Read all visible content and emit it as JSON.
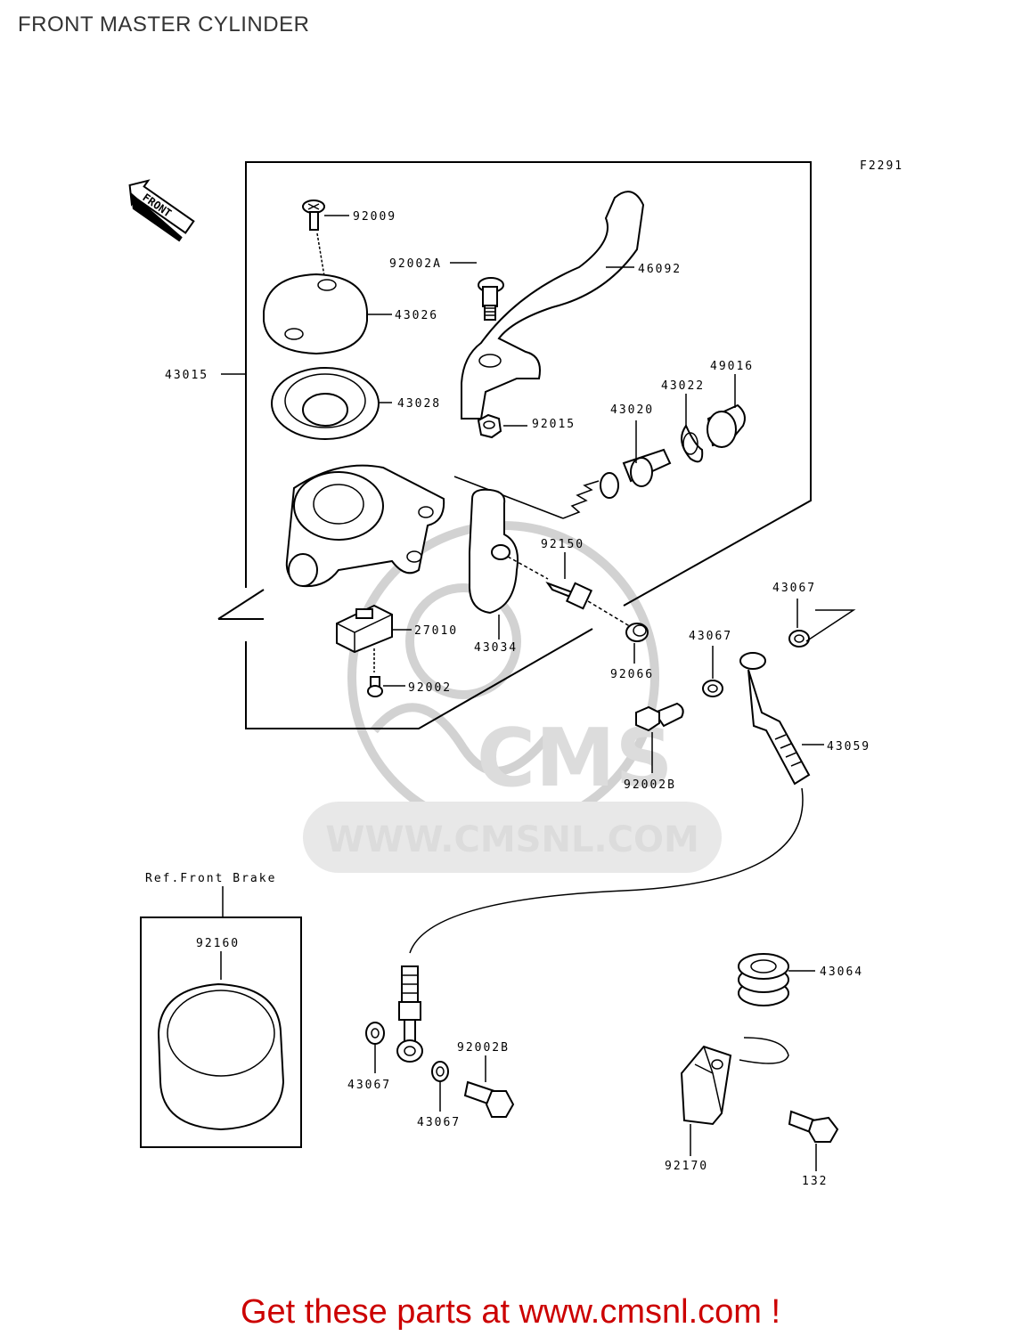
{
  "title": "FRONT MASTER CYLINDER",
  "figure_code": "F2291",
  "front_arrow_label": "FRONT",
  "ref_label": "Ref.Front Brake",
  "watermark": {
    "brand": "CMS",
    "url": "WWW.CMSNL.COM"
  },
  "parts": {
    "p92009": "92009",
    "p92002A": "92002A",
    "p46092": "46092",
    "p43026": "43026",
    "p43015": "43015",
    "p43028": "43028",
    "p92015": "92015",
    "p49016": "49016",
    "p43022": "43022",
    "p43020": "43020",
    "p92150": "92150",
    "p43067_a": "43067",
    "p27010": "27010",
    "p43034": "43034",
    "p43067_b": "43067",
    "p92066": "92066",
    "p92002": "92002",
    "p43059": "43059",
    "p92002B_a": "92002B",
    "p92160": "92160",
    "p43064": "43064",
    "p92002B_b": "92002B",
    "p43067_c": "43067",
    "p43067_d": "43067",
    "p92170": "92170",
    "p132": "132"
  },
  "promo": "Get these parts at www.cmsnl.com !",
  "colors": {
    "promo": "#cc0000",
    "line": "#000000",
    "watermark": "#d2d2d2"
  }
}
